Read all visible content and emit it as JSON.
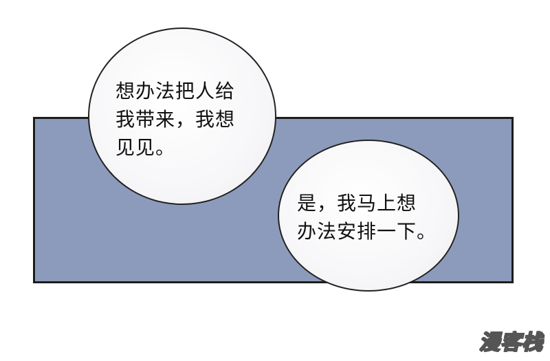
{
  "colors": {
    "page_background": "#ffffff",
    "panel_fill": "#8c9bbb",
    "panel_border": "#1c1c1c",
    "bubble_fill": "#ffffff",
    "bubble_border": "#222222"
  },
  "dialogue": [
    {
      "lines": "想办法把人给\n我带来，我想\n见见。"
    },
    {
      "lines": "是，我马上想\n办法安排一下。"
    }
  ],
  "watermark": {
    "text": "漫客栈"
  }
}
